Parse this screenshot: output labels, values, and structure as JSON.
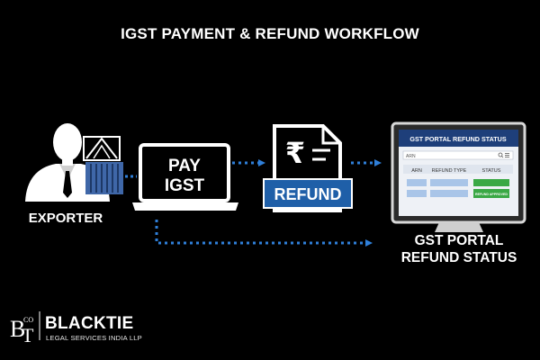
{
  "title": "IGST PAYMENT & REFUND WORKFLOW",
  "exporter": {
    "label": "EXPORTER"
  },
  "laptop": {
    "line1": "PAY",
    "line2": "IGST"
  },
  "refund_doc": {
    "symbol": "₹",
    "label": "REFUND"
  },
  "portal_screen": {
    "header": "GST PORTAL REFUND STATUS",
    "search_text": "ARN",
    "columns": [
      "ARN",
      "REFUND TYPE",
      "STATUS"
    ],
    "status_badge": "REFUND APPROVED"
  },
  "portal": {
    "label_line1": "GST PORTAL",
    "label_line2": "REFUND STATUS"
  },
  "brand": {
    "monogram_b": "B",
    "monogram_co": "CO",
    "monogram_t": "T",
    "name": "BLACKTIE",
    "subtitle": "LEGAL SERVICES INDIA LLP"
  },
  "colors": {
    "background": "#000000",
    "arrow": "#2f7fd9",
    "refund_badge": "#1f5fa8",
    "portal_header": "#1e3f7a",
    "approved": "#3aa845"
  }
}
